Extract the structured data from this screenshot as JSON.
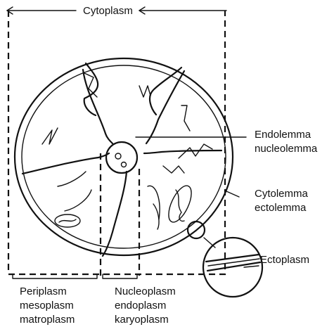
{
  "labels": {
    "cytoplasm": "Cytoplasm",
    "endolemma": "Endolemma",
    "nucleolemma": "nucleolemma",
    "cytolemma": "Cytolemma",
    "ectolemma": "ectolemma",
    "ectoplasm": "Ectoplasm",
    "periplasm": "Periplasm",
    "mesoplasm": "mesoplasm",
    "matroplasm": "matroplasm",
    "nucleoplasm": "Nucleoplasm",
    "endoplasm": "endoplasm",
    "karyoplasm": "karyoplasm"
  }
}
